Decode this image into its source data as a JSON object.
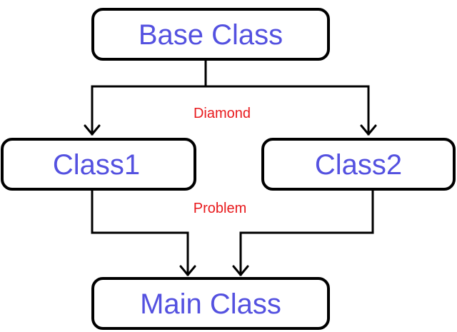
{
  "colors": {
    "node_text": "#5451e0",
    "annotation_text": "#e8191c",
    "stroke": "#000000"
  },
  "nodes": {
    "base": {
      "label": "Base Class"
    },
    "class1": {
      "label": "Class1"
    },
    "class2": {
      "label": "Class2"
    },
    "main": {
      "label": "Main Class"
    }
  },
  "annotations": {
    "top": "Diamond",
    "bottom": "Problem"
  }
}
